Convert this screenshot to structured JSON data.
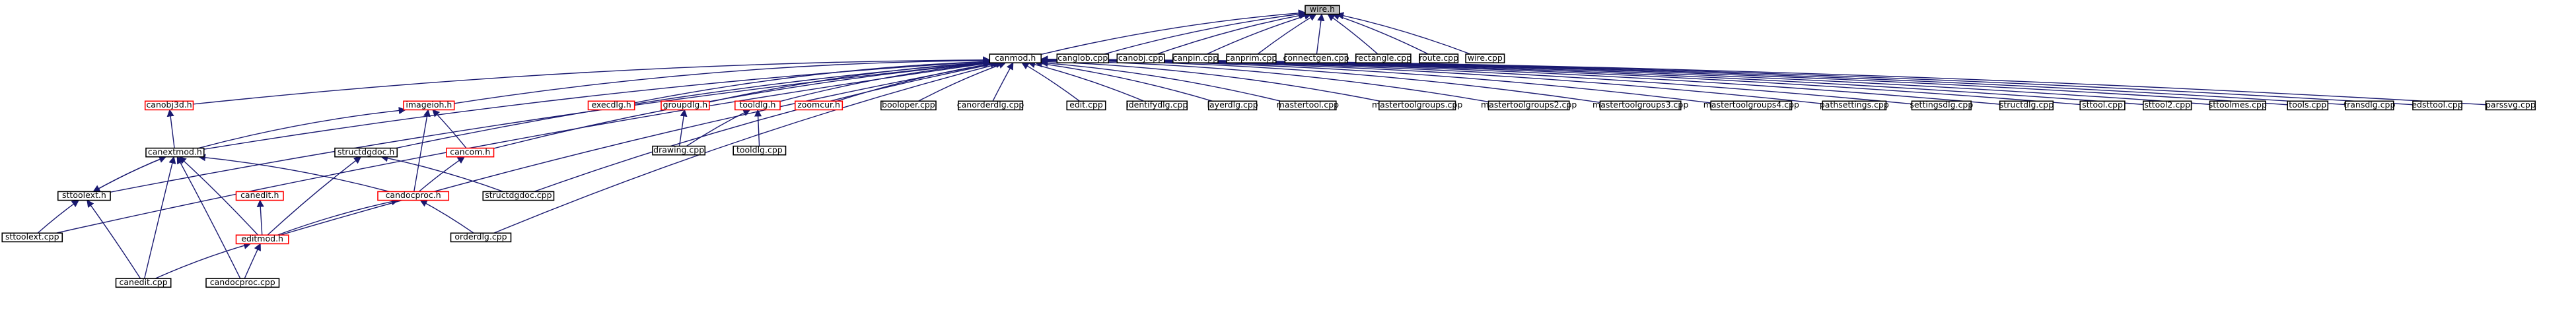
{
  "colors": {
    "edge": "#191970",
    "border_default": "#000000",
    "border_highlight": "#ff0000",
    "root_fill": "#bfbfbf",
    "node_fill": "#ffffff"
  },
  "nodes": [
    {
      "id": "wire_h",
      "label": "wire.h",
      "style": "root"
    },
    {
      "id": "canmod_h",
      "label": "canmod.h",
      "style": "black"
    },
    {
      "id": "canglob_cpp",
      "label": "canglob.cpp",
      "style": "black"
    },
    {
      "id": "canobj_cpp",
      "label": "canobj.cpp",
      "style": "black"
    },
    {
      "id": "canpin_cpp",
      "label": "canpin.cpp",
      "style": "black"
    },
    {
      "id": "canprim_cpp",
      "label": "canprim.cpp",
      "style": "black"
    },
    {
      "id": "connectgen_cpp",
      "label": "connectgen.cpp",
      "style": "black"
    },
    {
      "id": "rectangle_cpp",
      "label": "rectangle.cpp",
      "style": "black"
    },
    {
      "id": "route_cpp",
      "label": "route.cpp",
      "style": "black"
    },
    {
      "id": "wire_cpp",
      "label": "wire.cpp",
      "style": "black"
    },
    {
      "id": "canobj3d_h",
      "label": "canobj3d.h",
      "style": "red"
    },
    {
      "id": "imageioh_h",
      "label": "imageioh.h",
      "style": "red"
    },
    {
      "id": "execdlg_h",
      "label": "execdlg.h",
      "style": "red"
    },
    {
      "id": "groupdlg_h",
      "label": "groupdlg.h",
      "style": "red"
    },
    {
      "id": "tooldlg_h",
      "label": "tooldlg.h",
      "style": "red"
    },
    {
      "id": "zoomcur_h",
      "label": "zoomcur.h",
      "style": "red"
    },
    {
      "id": "booloper_cpp",
      "label": "booloper.cpp",
      "style": "black"
    },
    {
      "id": "canorderdlg_cpp",
      "label": "canorderdlg.cpp",
      "style": "black"
    },
    {
      "id": "edit_cpp",
      "label": "edit.cpp",
      "style": "black"
    },
    {
      "id": "identifydlg_cpp",
      "label": "identifydlg.cpp",
      "style": "black"
    },
    {
      "id": "layerdlg_cpp",
      "label": "layerdlg.cpp",
      "style": "black"
    },
    {
      "id": "mastertool_cpp",
      "label": "mastertool.cpp",
      "style": "black"
    },
    {
      "id": "mastertoolgroups_cpp",
      "label": "mastertoolgroups.cpp",
      "style": "black"
    },
    {
      "id": "mastertoolgroups2_cpp",
      "label": "mastertoolgroups2.cpp",
      "style": "black"
    },
    {
      "id": "mastertoolgroups3_cpp",
      "label": "mastertoolgroups3.cpp",
      "style": "black"
    },
    {
      "id": "mastertoolgroups4_cpp",
      "label": "mastertoolgroups4.cpp",
      "style": "black"
    },
    {
      "id": "pathsettings_cpp",
      "label": "pathsettings.cpp",
      "style": "black"
    },
    {
      "id": "settingsdlg_cpp",
      "label": "settingsdlg.cpp",
      "style": "black"
    },
    {
      "id": "structdlg_cpp",
      "label": "structdlg.cpp",
      "style": "black"
    },
    {
      "id": "sttool_cpp",
      "label": "sttool.cpp",
      "style": "black"
    },
    {
      "id": "sttool2_cpp",
      "label": "sttool2.cpp",
      "style": "black"
    },
    {
      "id": "sttoolmes_cpp",
      "label": "sttoolmes.cpp",
      "style": "black"
    },
    {
      "id": "tools_cpp",
      "label": "tools.cpp",
      "style": "black"
    },
    {
      "id": "transdlg_cpp",
      "label": "transdlg.cpp",
      "style": "black"
    },
    {
      "id": "edsttool_cpp",
      "label": "edsttool.cpp",
      "style": "black"
    },
    {
      "id": "parssvg_cpp",
      "label": "parssvg.cpp",
      "style": "black"
    },
    {
      "id": "drawing_cpp",
      "label": "drawing.cpp",
      "style": "black"
    },
    {
      "id": "tooldlg_cpp",
      "label": "tooldlg.cpp",
      "style": "black"
    },
    {
      "id": "canextmod_h",
      "label": "canextmod.h",
      "style": "black"
    },
    {
      "id": "structdgdoc_h",
      "label": "structdgdoc.h",
      "style": "black"
    },
    {
      "id": "cancom_h",
      "label": "cancom.h",
      "style": "red"
    },
    {
      "id": "sttoolext_h",
      "label": "sttoolext.h",
      "style": "black"
    },
    {
      "id": "canedit_h",
      "label": "canedit.h",
      "style": "red"
    },
    {
      "id": "candocproc_h",
      "label": "candocproc.h",
      "style": "red"
    },
    {
      "id": "structdgdoc_cpp",
      "label": "structdgdoc.cpp",
      "style": "black"
    },
    {
      "id": "sttoolext_cpp",
      "label": "sttoolext.cpp",
      "style": "black"
    },
    {
      "id": "editmod_h",
      "label": "editmod.h",
      "style": "red"
    },
    {
      "id": "orderdlg_cpp",
      "label": "orderdlg.cpp",
      "style": "black"
    },
    {
      "id": "canedit_cpp",
      "label": "canedit.cpp",
      "style": "black"
    },
    {
      "id": "candocproc_cpp",
      "label": "candocproc.cpp",
      "style": "black"
    }
  ],
  "edges": [
    [
      "wire_h",
      "canmod_h"
    ],
    [
      "wire_h",
      "canglob_cpp"
    ],
    [
      "wire_h",
      "canobj_cpp"
    ],
    [
      "wire_h",
      "canpin_cpp"
    ],
    [
      "wire_h",
      "canprim_cpp"
    ],
    [
      "wire_h",
      "connectgen_cpp"
    ],
    [
      "wire_h",
      "rectangle_cpp"
    ],
    [
      "wire_h",
      "route_cpp"
    ],
    [
      "wire_h",
      "wire_cpp"
    ],
    [
      "canmod_h",
      "canobj3d_h"
    ],
    [
      "canmod_h",
      "imageioh_h"
    ],
    [
      "canmod_h",
      "execdlg_h"
    ],
    [
      "canmod_h",
      "groupdlg_h"
    ],
    [
      "canmod_h",
      "tooldlg_h"
    ],
    [
      "canmod_h",
      "zoomcur_h"
    ],
    [
      "canmod_h",
      "booloper_cpp"
    ],
    [
      "canmod_h",
      "canorderdlg_cpp"
    ],
    [
      "canmod_h",
      "edit_cpp"
    ],
    [
      "canmod_h",
      "identifydlg_cpp"
    ],
    [
      "canmod_h",
      "layerdlg_cpp"
    ],
    [
      "canmod_h",
      "mastertool_cpp"
    ],
    [
      "canmod_h",
      "mastertoolgroups_cpp"
    ],
    [
      "canmod_h",
      "mastertoolgroups2_cpp"
    ],
    [
      "canmod_h",
      "mastertoolgroups3_cpp"
    ],
    [
      "canmod_h",
      "mastertoolgroups4_cpp"
    ],
    [
      "canmod_h",
      "pathsettings_cpp"
    ],
    [
      "canmod_h",
      "settingsdlg_cpp"
    ],
    [
      "canmod_h",
      "structdlg_cpp"
    ],
    [
      "canmod_h",
      "sttool_cpp"
    ],
    [
      "canmod_h",
      "sttool2_cpp"
    ],
    [
      "canmod_h",
      "sttoolmes_cpp"
    ],
    [
      "canmod_h",
      "tools_cpp"
    ],
    [
      "canmod_h",
      "transdlg_cpp"
    ],
    [
      "canmod_h",
      "edsttool_cpp"
    ],
    [
      "canmod_h",
      "parssvg_cpp"
    ],
    [
      "canmod_h",
      "canextmod_h"
    ],
    [
      "canmod_h",
      "structdgdoc_h"
    ],
    [
      "canmod_h",
      "cancom_h"
    ],
    [
      "canmod_h",
      "sttoolext_h"
    ],
    [
      "canmod_h",
      "structdgdoc_cpp"
    ],
    [
      "canmod_h",
      "sttoolext_cpp"
    ],
    [
      "canmod_h",
      "editmod_h"
    ],
    [
      "canmod_h",
      "orderdlg_cpp"
    ],
    [
      "canobj3d_h",
      "canextmod_h"
    ],
    [
      "imageioh_h",
      "canextmod_h"
    ],
    [
      "imageioh_h",
      "cancom_h"
    ],
    [
      "imageioh_h",
      "candocproc_h"
    ],
    [
      "groupdlg_h",
      "drawing_cpp"
    ],
    [
      "tooldlg_h",
      "drawing_cpp"
    ],
    [
      "tooldlg_h",
      "tooldlg_cpp"
    ],
    [
      "canextmod_h",
      "sttoolext_h"
    ],
    [
      "canextmod_h",
      "candocproc_h"
    ],
    [
      "canextmod_h",
      "editmod_h"
    ],
    [
      "canextmod_h",
      "canedit_cpp"
    ],
    [
      "canextmod_h",
      "candocproc_cpp"
    ],
    [
      "structdgdoc_h",
      "structdgdoc_cpp"
    ],
    [
      "structdgdoc_h",
      "editmod_h"
    ],
    [
      "cancom_h",
      "candocproc_h"
    ],
    [
      "sttoolext_h",
      "canextmod_h"
    ],
    [
      "sttoolext_h",
      "sttoolext_cpp"
    ],
    [
      "sttoolext_h",
      "canedit_cpp"
    ],
    [
      "canedit_h",
      "editmod_h"
    ],
    [
      "candocproc_h",
      "editmod_h"
    ],
    [
      "candocproc_h",
      "orderdlg_cpp"
    ],
    [
      "editmod_h",
      "canedit_cpp"
    ],
    [
      "editmod_h",
      "candocproc_cpp"
    ]
  ]
}
